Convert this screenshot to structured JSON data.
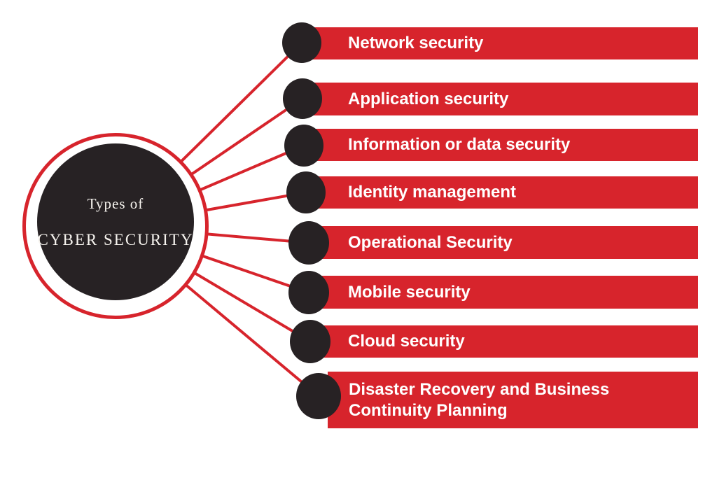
{
  "diagram": {
    "center": {
      "line1": "Types of",
      "line2": "CYBER SECURITY"
    },
    "items": [
      {
        "label": "Network security"
      },
      {
        "label": "Application security"
      },
      {
        "label": "Information or data security"
      },
      {
        "label": "Identity management"
      },
      {
        "label": "Operational Security"
      },
      {
        "label": "Mobile security"
      },
      {
        "label": "Cloud security"
      },
      {
        "label": "Disaster Recovery and Business Continuity Planning"
      }
    ]
  },
  "colors": {
    "red": "#d7242c",
    "dark": "#272224",
    "label-text": "#ffffff",
    "title-text": "#f7f4ef"
  }
}
